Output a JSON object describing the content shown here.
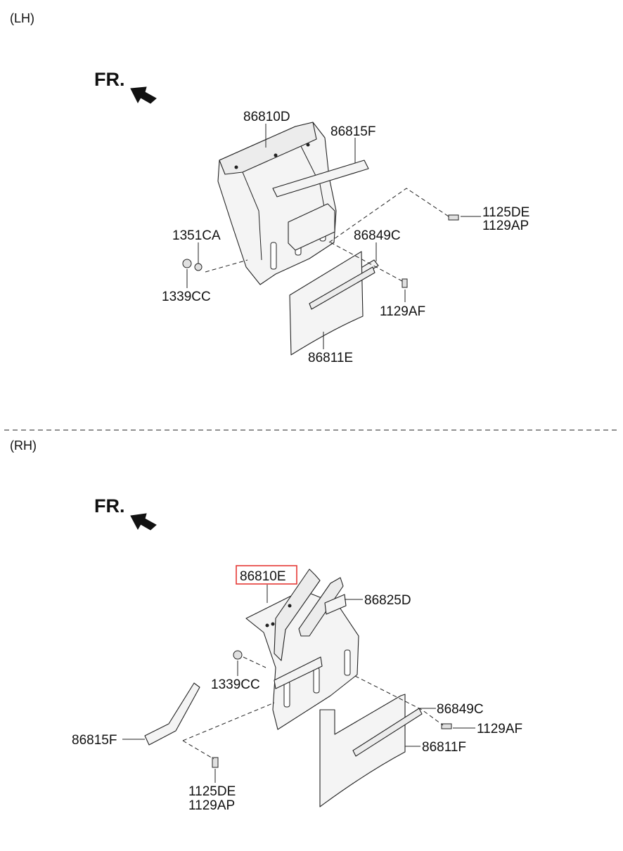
{
  "sections": {
    "lh": {
      "title": "(LH)",
      "fr": "FR.",
      "labels": {
        "bracket": "86810D",
        "stay": "86815F",
        "bolt_a": "1125DE",
        "bolt_b": "1129AP",
        "washer": "1351CA",
        "plate": "86849C",
        "nut": "1339CC",
        "screw": "1129AF",
        "flap": "86811E"
      }
    },
    "rh": {
      "title": "(RH)",
      "fr": "FR.",
      "labels": {
        "bracket": "86810E",
        "support": "86825D",
        "nut": "1339CC",
        "plate": "86849C",
        "screw": "1129AF",
        "stay": "86815F",
        "flap": "86811F",
        "bolt_a": "1125DE",
        "bolt_b": "1129AP"
      },
      "highlighted": "86810E",
      "highlight_color": "#e53935"
    }
  }
}
